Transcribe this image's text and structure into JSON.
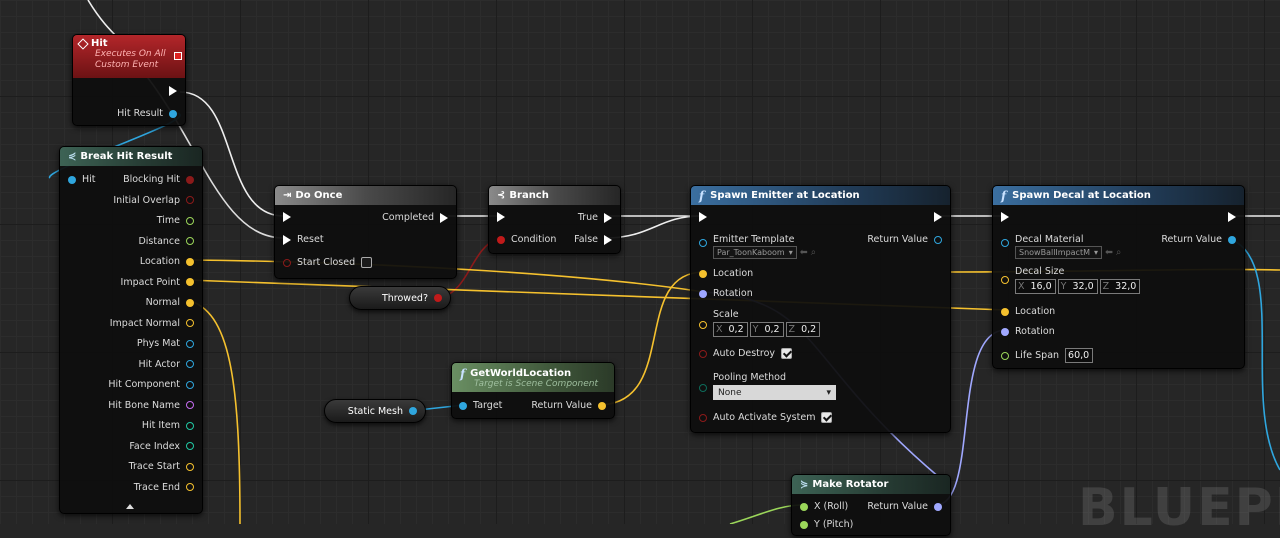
{
  "hit_event": {
    "title": "Hit",
    "sub1": "Executes On All",
    "sub2": "Custom Event",
    "out_pin": "Hit Result"
  },
  "break_hit": {
    "title": "Break Hit Result",
    "in_pin": "Hit",
    "pins": [
      {
        "label": "Blocking Hit",
        "color": "#8b1a1a"
      },
      {
        "label": "Initial Overlap",
        "color": "#8b1a1a"
      },
      {
        "label": "Time",
        "color": "#9bd65a"
      },
      {
        "label": "Distance",
        "color": "#9bd65a"
      },
      {
        "label": "Location",
        "color": "#f5c12e"
      },
      {
        "label": "Impact Point",
        "color": "#f5c12e"
      },
      {
        "label": "Normal",
        "color": "#f5c12e"
      },
      {
        "label": "Impact Normal",
        "color": "#f5c12e"
      },
      {
        "label": "Phys Mat",
        "color": "#2fa6de"
      },
      {
        "label": "Hit Actor",
        "color": "#2fa6de"
      },
      {
        "label": "Hit Component",
        "color": "#2fa6de"
      },
      {
        "label": "Hit Bone Name",
        "color": "#c56bf0"
      },
      {
        "label": "Hit Item",
        "color": "#21c9a4"
      },
      {
        "label": "Face Index",
        "color": "#21c9a4"
      },
      {
        "label": "Trace Start",
        "color": "#f5c12e"
      },
      {
        "label": "Trace End",
        "color": "#f5c12e"
      }
    ]
  },
  "do_once": {
    "title": "Do Once",
    "in1": "",
    "in2": "Reset",
    "in3": "Start Closed",
    "out": "Completed"
  },
  "branch": {
    "title": "Branch",
    "cond": "Condition",
    "out_true": "True",
    "out_false": "False"
  },
  "throwed": {
    "label": "Throwed?"
  },
  "static_mesh": {
    "label": "Static Mesh"
  },
  "get_world_location": {
    "title": "GetWorldLocation",
    "sub": "Target is Scene Component",
    "in": "Target",
    "out": "Return Value"
  },
  "spawn_emitter": {
    "title": "Spawn Emitter at Location",
    "emitter_label": "Emitter Template",
    "emitter_value": "Par_ToonKaboom",
    "return": "Return Value",
    "location": "Location",
    "rotation": "Rotation",
    "scale": "Scale",
    "scale_x": "0,2",
    "scale_y": "0,2",
    "scale_z": "0,2",
    "auto_destroy": "Auto Destroy",
    "pooling": "Pooling Method",
    "pooling_value": "None",
    "auto_activate": "Auto Activate System"
  },
  "spawn_decal": {
    "title": "Spawn Decal at Location",
    "material_label": "Decal Material",
    "material_value": "SnowBallImpactM",
    "return": "Return Value",
    "size": "Decal Size",
    "size_x": "16,0",
    "size_y": "32,0",
    "size_z": "32,0",
    "location": "Location",
    "rotation": "Rotation",
    "lifespan": "Life Span",
    "lifespan_value": "60,0"
  },
  "make_rotator": {
    "title": "Make Rotator",
    "in": "X (Roll)",
    "in2": "Y (Pitch)",
    "out": "Return Value"
  },
  "axis": {
    "x": "X",
    "y": "Y",
    "z": "Z"
  },
  "watermark": "BLUEPR",
  "colors": {
    "exec": "#ffffff",
    "bool": "#8b1a1a",
    "vector": "#f5c12e",
    "object": "#2fa6de",
    "rotator": "#a0a8ff",
    "float": "#9bd65a",
    "byte": "#0d6b5a"
  }
}
